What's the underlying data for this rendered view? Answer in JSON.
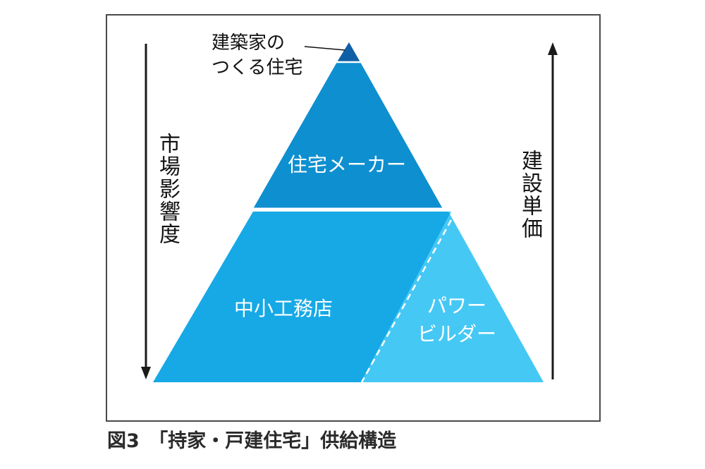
{
  "diagram": {
    "top_tier_label_line1": "建築家の",
    "top_tier_label_line2": "つくる住宅",
    "upper_tier_label": "住宅メーカー",
    "lower_left_label": "中小工務店",
    "lower_right_label_line1": "パワー",
    "lower_right_label_line2": "ビルダー",
    "left_axis_label": "市場影響度",
    "right_axis_label": "建設単価",
    "colors": {
      "top": "#0e5fa6",
      "upper": "#0e8fd0",
      "lower": "#16a9e6",
      "power": "#46c8f5",
      "divider": "#ffffff",
      "frame": "#4a4a4a",
      "arrow": "#1a1a1a"
    }
  },
  "caption": "図3　「持家・戸建住宅」供給構造"
}
